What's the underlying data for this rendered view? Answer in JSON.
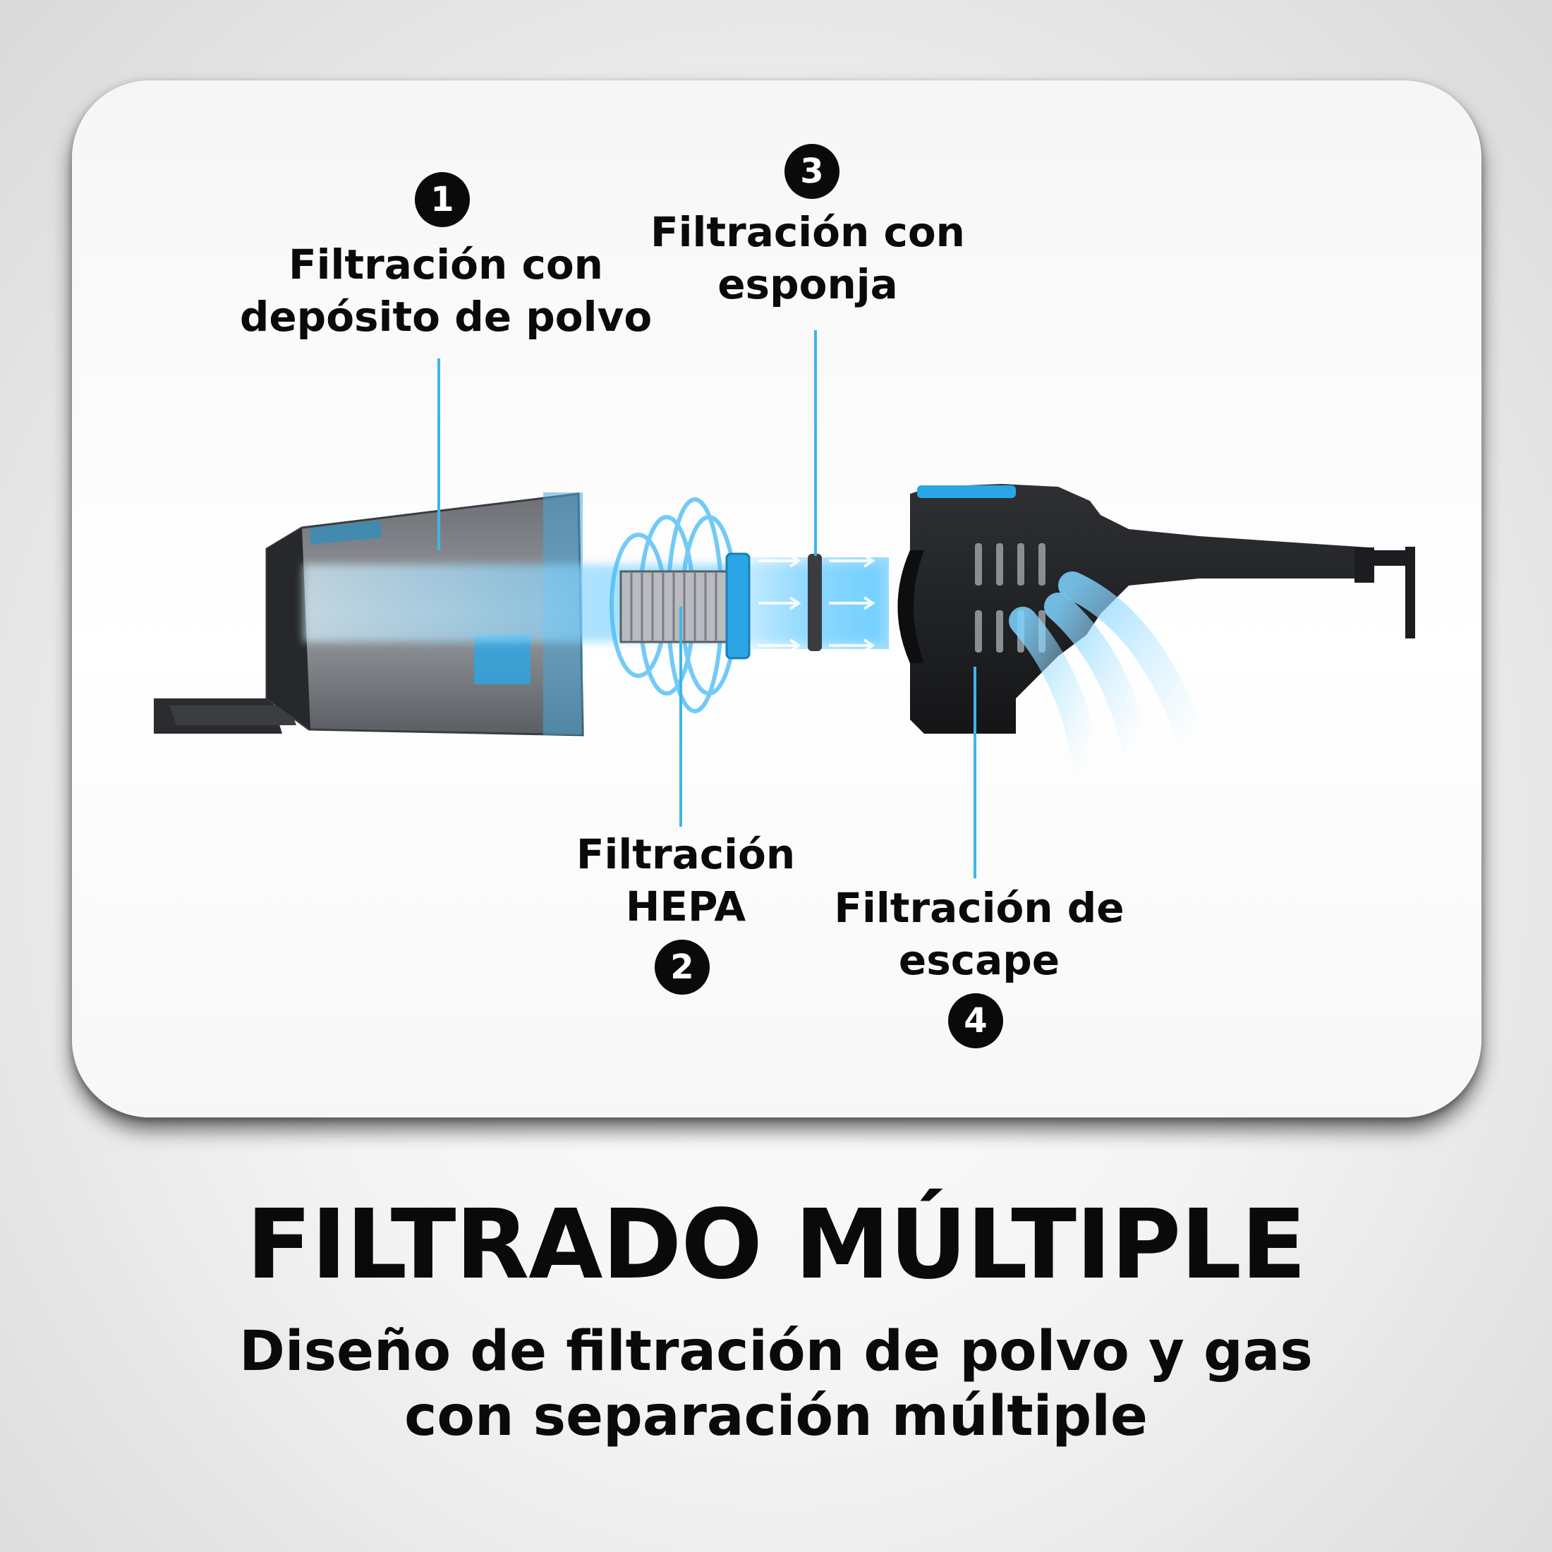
{
  "callouts": [
    {
      "number": "1",
      "line1": "Filtración con",
      "line2": "depósito de polvo"
    },
    {
      "number": "2",
      "line1": "Filtración",
      "line2": "HEPA"
    },
    {
      "number": "3",
      "line1": "Filtración con",
      "line2": "esponja"
    },
    {
      "number": "4",
      "line1": "Filtración de",
      "line2": "escape"
    }
  ],
  "headline": "FILTRADO MÚLTIPLE",
  "subheadline": {
    "line1": "Diseño de filtración de polvo y gas",
    "line2": "con separación múltiple"
  },
  "colors": {
    "accent_blue": "#3fb4ec",
    "airflow_blue": "#8fd8ff",
    "device_black": "#1c1d20",
    "text": "#0a0a0a"
  }
}
